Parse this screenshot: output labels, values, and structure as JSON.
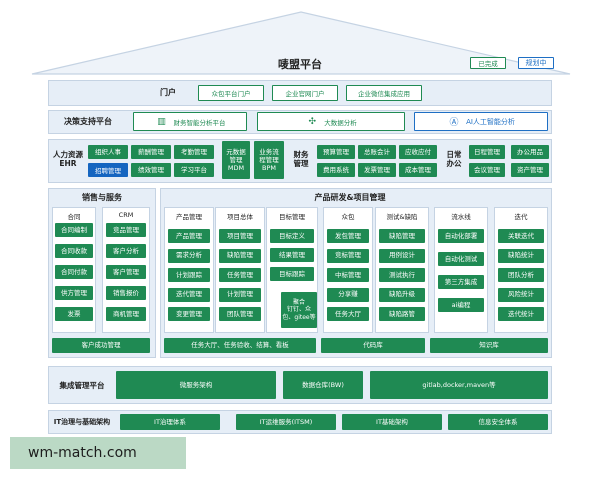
{
  "title": "唛盟平台",
  "legend": {
    "done": "已完成",
    "planned": "规划中"
  },
  "portal": {
    "label": "门户",
    "items": [
      "众包平台门户",
      "企业官网门户",
      "企业微信集成应用"
    ]
  },
  "decision": {
    "label": "决策支持平台",
    "items": [
      "财务智能分析平台",
      "大数据分析",
      "AI人工智能分析"
    ],
    "icons": [
      "bar-chart-icon",
      "network-icon",
      "ai-icon"
    ]
  },
  "hr": {
    "label": "人力资源\nEHR",
    "items": [
      "组织人事",
      "薪酬管理",
      "考勤管理",
      "招聘管理",
      "绩效管理",
      "学习平台"
    ]
  },
  "mdm": "元数据\n管理\nMDM",
  "bpm": "业务流\n程管理\nBPM",
  "finance": {
    "label": "财务\n管理",
    "items": [
      "预算管理",
      "总账会计",
      "应收应付",
      "费用系统",
      "发票管理",
      "成本管理"
    ]
  },
  "office": {
    "label": "日常\n办公",
    "items": [
      "日程管理",
      "办公用品",
      "会议管理",
      "资产管理"
    ]
  },
  "sales": {
    "label": "销售与服务",
    "cols": [
      {
        "title": "合同",
        "items": [
          "合同编制",
          "合同收款",
          "合同付款",
          "供方管理",
          "发票"
        ]
      },
      {
        "title": "CRM",
        "items": [
          "竞品管理",
          "客户分析",
          "客户管理",
          "销售报价",
          "商机管理"
        ]
      }
    ],
    "bottom": "客户成功管理"
  },
  "product": {
    "label": "产品研发&项目管理",
    "cols": [
      {
        "title": "产品管理",
        "items": [
          "产品管理",
          "需求分析",
          "计划跟踪",
          "迭代管理",
          "变更管理"
        ]
      },
      {
        "title": "项目总体",
        "items": [
          "项目管理",
          "缺陷管理",
          "任务管理",
          "计划管理",
          "团队管理"
        ]
      },
      {
        "title": "目标管理",
        "items": [
          "目标定义",
          "结果管理",
          "目标跟踪"
        ]
      },
      {
        "title": "众包",
        "items": [
          "发包管理",
          "竞标管理",
          "中标管理",
          "分享赚",
          "任务大厅"
        ]
      },
      {
        "title": "测试&缺陷",
        "items": [
          "缺陷管理",
          "用例设计",
          "测试执行",
          "缺陷升级",
          "缺陷路管"
        ]
      },
      {
        "title": "流水线",
        "items": [
          "自动化部署",
          "自动化测试",
          "第三方集成",
          "ai编程"
        ]
      },
      {
        "title": "迭代",
        "items": [
          "关联迭代",
          "缺陷统计",
          "团队分析",
          "风险统计",
          "迭代统计"
        ]
      }
    ],
    "integration": "聚合\n钉钉、众\n包、gitee等",
    "bottom": [
      "任务大厅、任务验收、结算、看板",
      "代码库",
      "知识库"
    ]
  },
  "integ": {
    "label": "集成管理平台",
    "items": [
      "微服务架构",
      "数据仓库(BW)",
      "gitlab,docker,maven等"
    ]
  },
  "infra": {
    "label": "IT治理与基础架构",
    "items": [
      "IT治理体系",
      "IT运维服务(ITSM)",
      "IT基础架构",
      "信息安全体系"
    ]
  },
  "watermark": "wm-match.com"
}
